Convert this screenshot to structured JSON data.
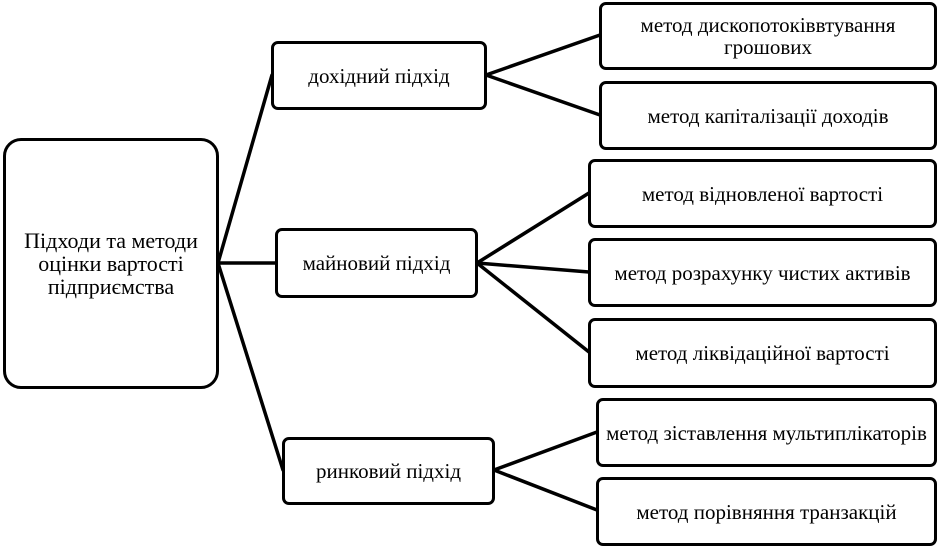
{
  "diagram": {
    "root": "Підходи та методи оцінки вартості підприємства",
    "approaches": [
      {
        "label": "дохідний підхід",
        "methods": [
          "метод дископотоківвтування грошових",
          "метод капіталізації доходів"
        ]
      },
      {
        "label": "майновий підхід",
        "methods": [
          "метод відновленої вартості",
          "метод розрахунку чистих активів",
          "метод ліквідаційної вартості"
        ]
      },
      {
        "label": "ринковий підхід",
        "methods": [
          "метод зіставлення мультиплікаторів",
          "метод порівняння транзакцій"
        ]
      }
    ]
  },
  "colors": {
    "stroke": "#000000",
    "background": "#ffffff"
  }
}
